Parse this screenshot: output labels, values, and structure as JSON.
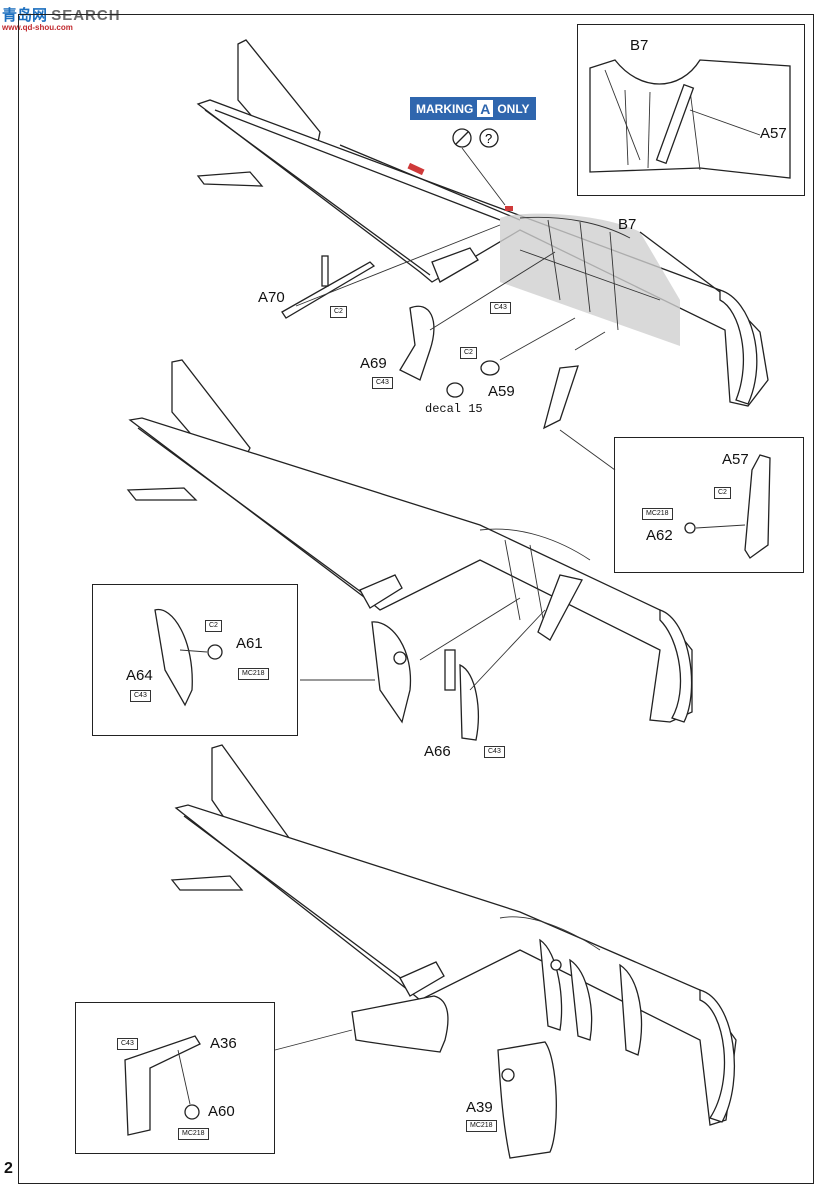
{
  "watermark": {
    "cn": "青岛网",
    "en": "SEARCH",
    "url": "www.qd-shou.com"
  },
  "page_number": "2",
  "marking": {
    "word1": "MARKING",
    "letter": "A",
    "word2": "ONLY"
  },
  "step1": {
    "labels": {
      "b7": "B7",
      "a70": "A70",
      "a69": "A69",
      "a59": "A59",
      "decal": "decal 15"
    },
    "tags": {
      "c2_a70": "C2",
      "c43_a69": "C43",
      "c2_a59": "C2",
      "c43_fus": "C43"
    }
  },
  "inset_top": {
    "b7": "B7",
    "a57": "A57"
  },
  "inset_a57": {
    "a57": "A57",
    "a62": "A62",
    "tag_c2": "C2",
    "tag_mc218": "MC218"
  },
  "step2": {
    "inset": {
      "a61": "A61",
      "a64": "A64",
      "tag_c2": "C2",
      "tag_mc218": "MC218",
      "tag_c43": "C43"
    },
    "a66": "A66",
    "tag_c43": "C43"
  },
  "step3": {
    "inset": {
      "a36": "A36",
      "a60": "A60",
      "tag_c43": "C43",
      "tag_mc218": "MC218"
    },
    "a39": "A39",
    "tag_mc218": "MC218"
  },
  "colors": {
    "marking_bg": "#2f66ae",
    "watermark_blue": "#1c6fbf",
    "watermark_red": "#c0282d"
  }
}
